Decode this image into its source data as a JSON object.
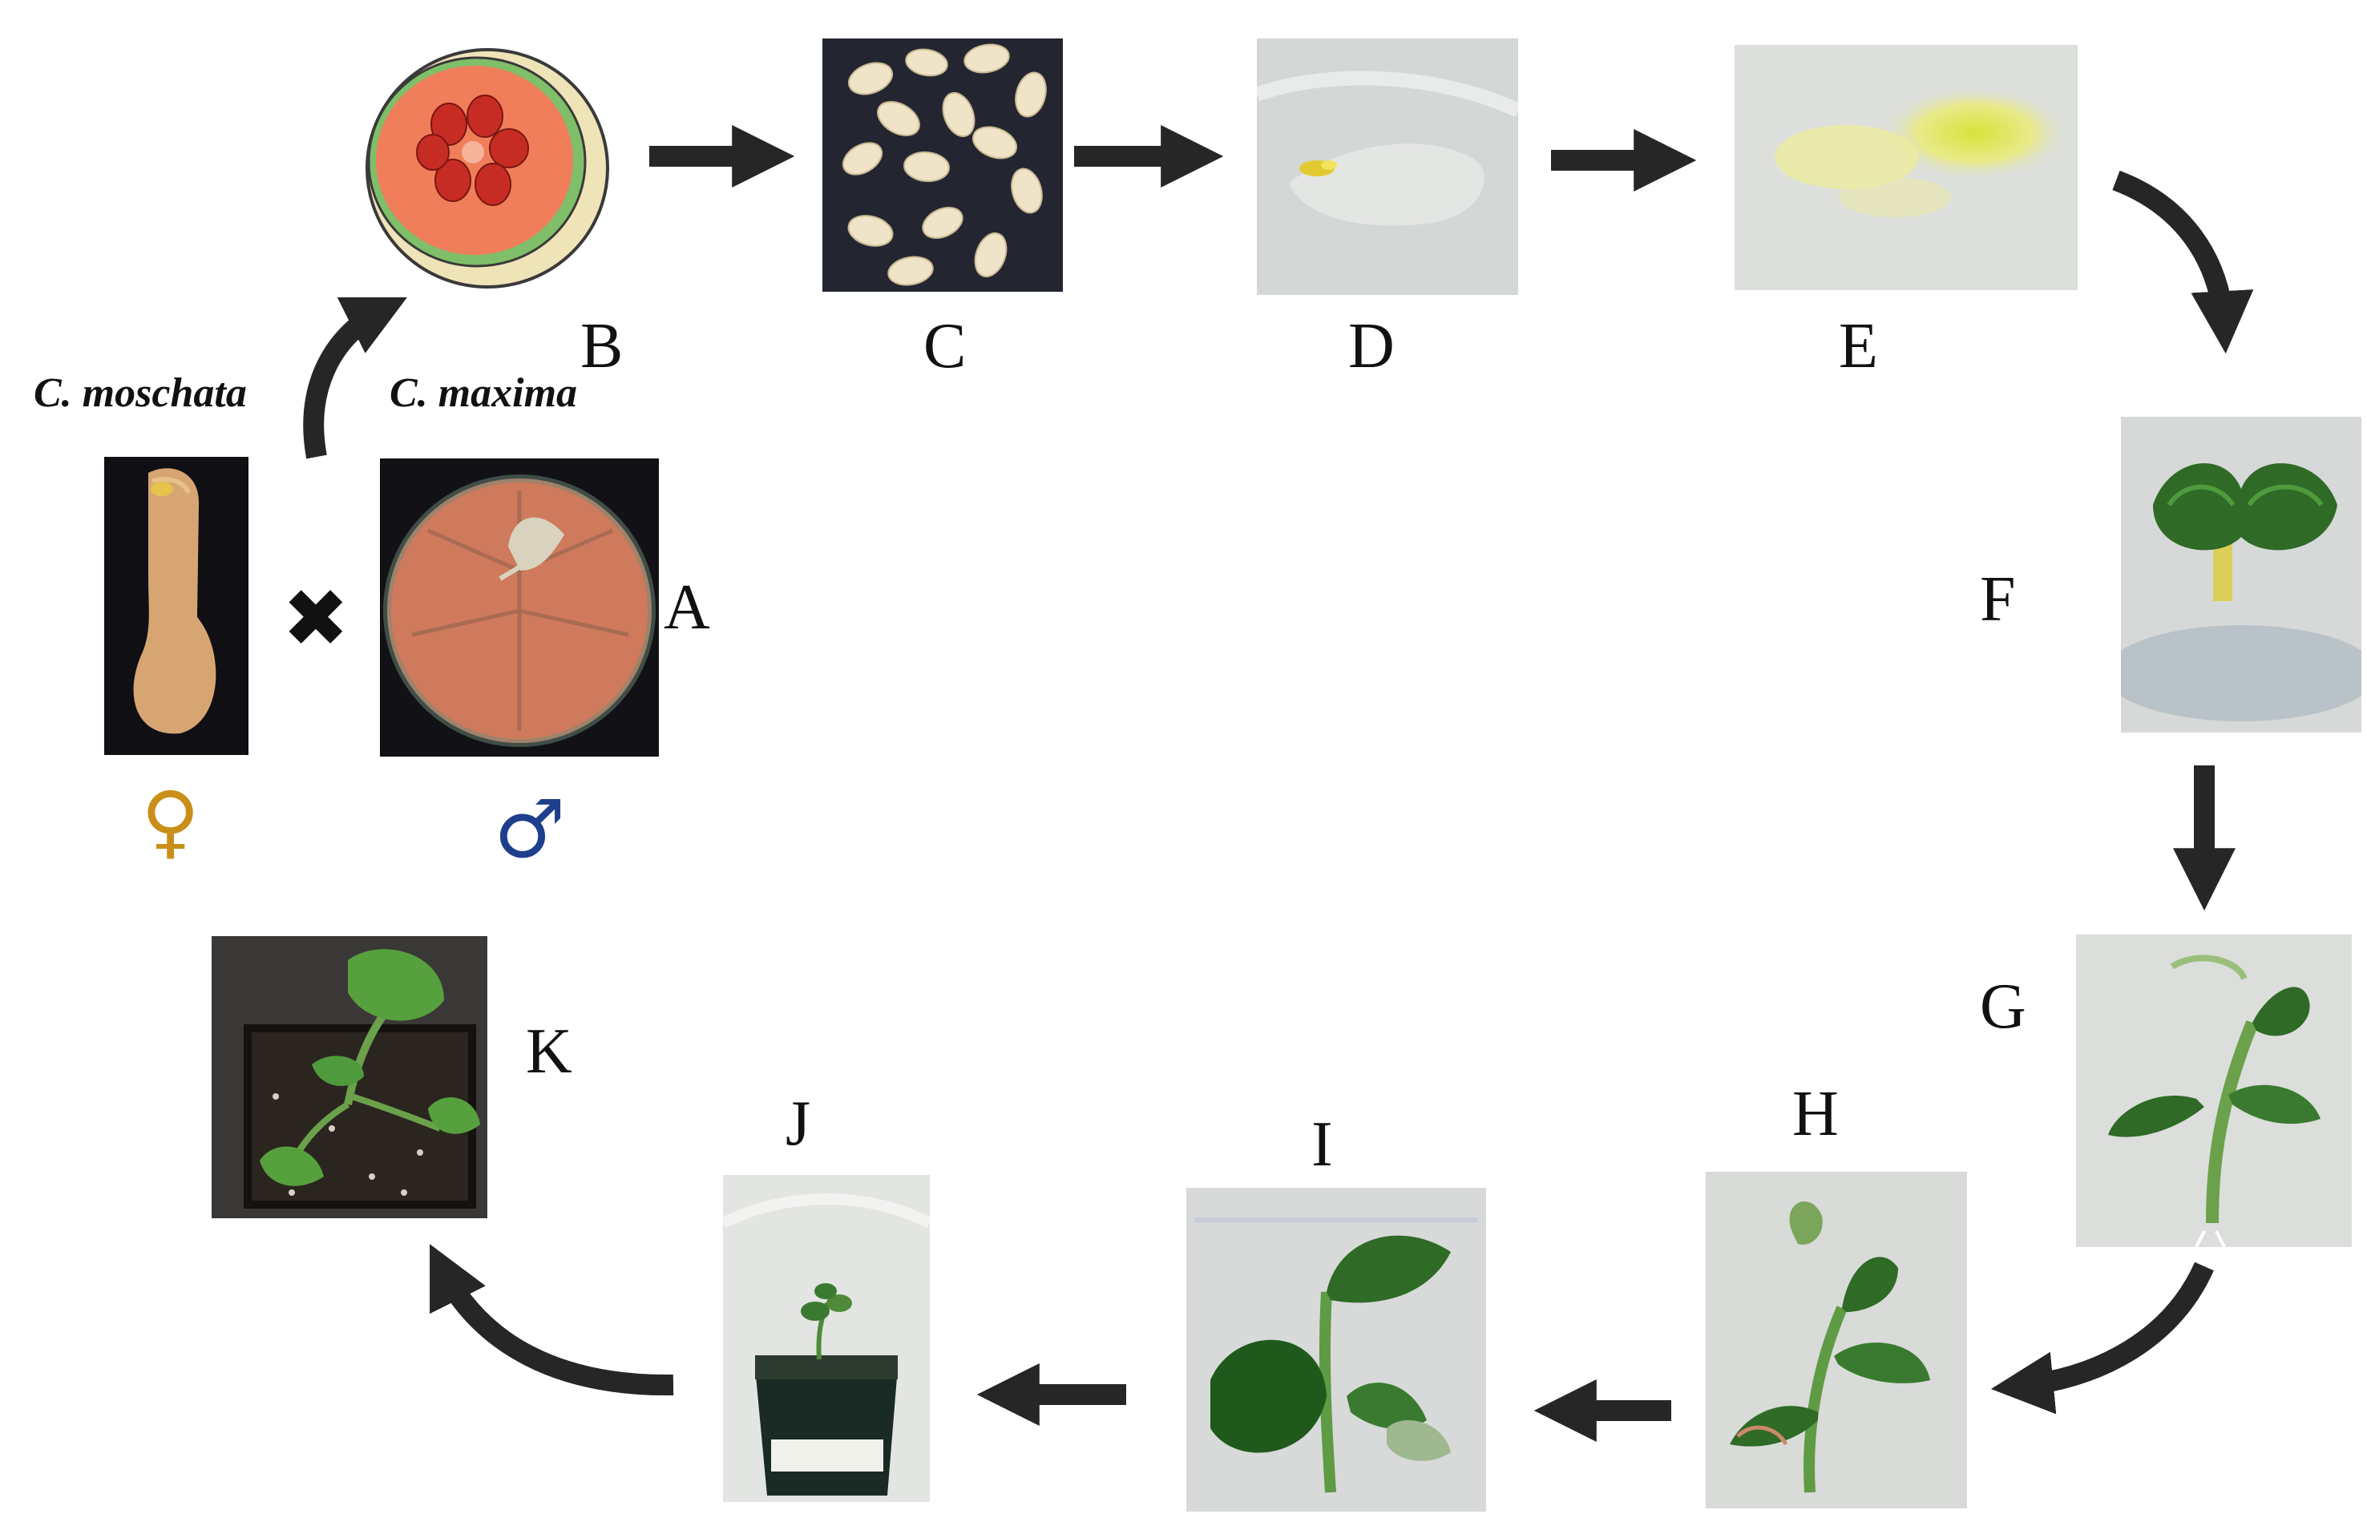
{
  "parents": {
    "female_species": "C. moschata",
    "male_species": "C. maxima",
    "cross_symbol": "✖",
    "female_symbol": "♀",
    "male_symbol": "♂",
    "female_color": "#c98f1a",
    "male_color": "#1d3f8c"
  },
  "panels": {
    "A": "A",
    "B": "B",
    "C": "C",
    "D": "D",
    "E": "E",
    "F": "F",
    "G": "G",
    "H": "H",
    "I": "I",
    "J": "J",
    "K": "K"
  },
  "colors": {
    "arrow": "#262626",
    "melon_flesh": "#f07e5a",
    "melon_rind": "#efe3b8",
    "squash_skin": "#d4a470",
    "pumpkin_skin": "#cf7a5c",
    "seed": "#efe4c8",
    "plant_green": "#3f8a2e",
    "background_dark": "#101015"
  }
}
